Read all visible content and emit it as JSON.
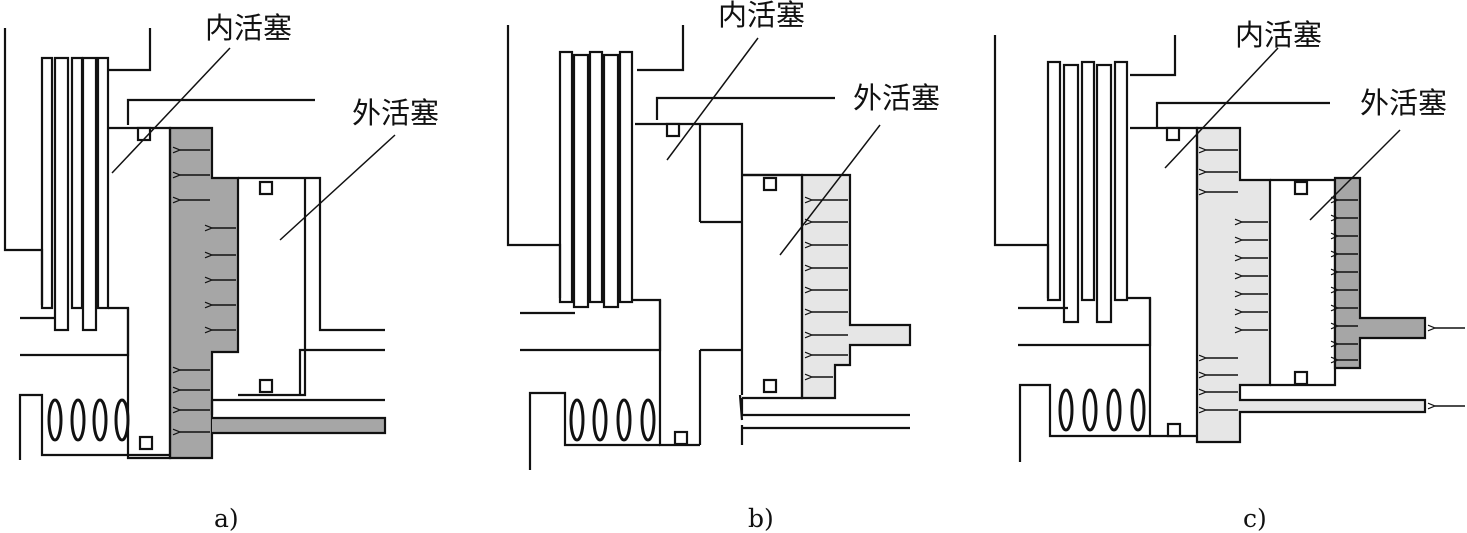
{
  "panels": [
    {
      "id": "a",
      "caption": "a)",
      "inner_piston_label": "内活塞",
      "outer_piston_label": "外活塞",
      "colors": {
        "inner_chamber": "#a6a6a6",
        "outer_chamber": "#ffffff",
        "inlet": "#a6a6a6"
      },
      "pressurized": "inner"
    },
    {
      "id": "b",
      "caption": "b)",
      "inner_piston_label": "内活塞",
      "outer_piston_label": "外活塞",
      "colors": {
        "inner_chamber": "#ffffff",
        "outer_chamber": "#e6e6e6",
        "inlet": "#e6e6e6"
      },
      "pressurized": "outer"
    },
    {
      "id": "c",
      "caption": "c)",
      "inner_piston_label": "内活塞",
      "outer_piston_label": "外活塞",
      "colors": {
        "inner_chamber": "#e6e6e6",
        "outer_chamber": "#ffffff",
        "outer_back": "#a6a6a6",
        "inlet": "#a6a6a6"
      },
      "pressurized": "both"
    }
  ],
  "colors": {
    "line": "#111111",
    "dark_fill": "#a6a6a6",
    "light_fill": "#e6e6e6"
  }
}
